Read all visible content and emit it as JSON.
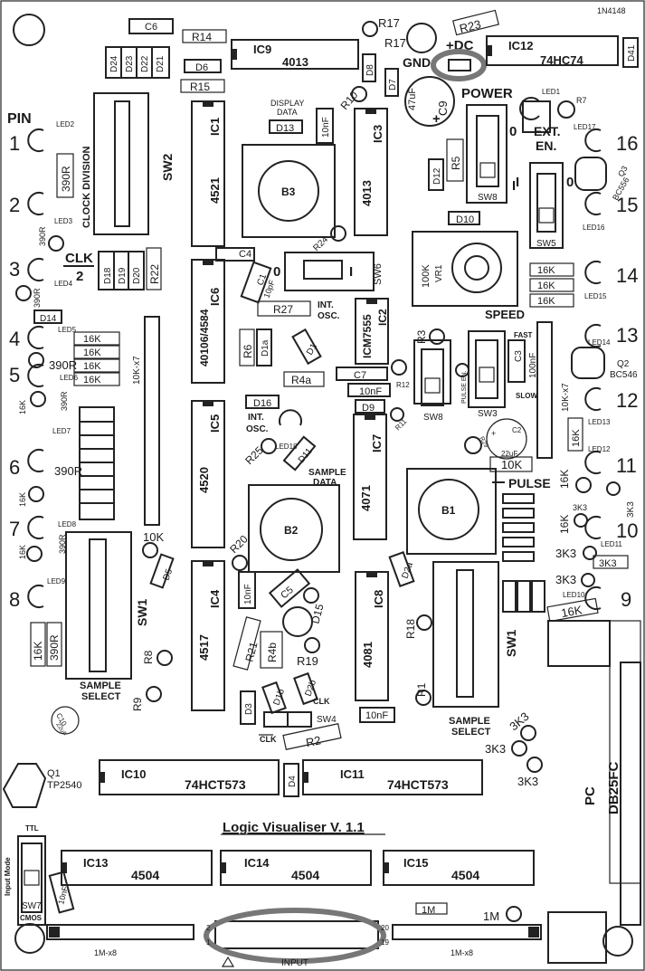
{
  "board": {
    "title": "Logic Visualiser V. 1.1",
    "power": "POWER",
    "plus_dc": "+DC",
    "gnd": "GND",
    "speed": "SPEED",
    "pulse": "PULSE",
    "pc": "PC",
    "db25": "DB25FC",
    "input": "INPUT",
    "pin_label": "PIN",
    "clk_label": "CLK",
    "clk_div": "2",
    "ext_en": "EXT.",
    "ext_en2": "EN.",
    "sample_select": "SAMPLE",
    "sample_select2": "SELECT",
    "clock_division": "CLOCK DIVISION",
    "display_data": "DISPLAY",
    "display_data2": "DATA",
    "sample_data": "SAMPLE",
    "sample_data2": "DATA",
    "int_osc": "INT.",
    "int_osc2": "OSC.",
    "fast": "FAST",
    "slow": "SLOW",
    "pulse_en": "PULSE EN.",
    "ttl": "TTL",
    "cmos": "CMOS",
    "input_mode": "Input Mode",
    "n1n4148": "1N4148"
  },
  "pins_left": [
    "1",
    "2",
    "3",
    "4",
    "5",
    "6",
    "7",
    "8"
  ],
  "pins_right": [
    "16",
    "15",
    "14",
    "13",
    "12",
    "11",
    "10",
    "9"
  ],
  "ics": {
    "ic1": "IC1",
    "ic1_part": "4521",
    "ic2": "IC2",
    "ic2_part": "ICM7555",
    "ic3": "IC3",
    "ic3_part": "4013",
    "ic4": "IC4",
    "ic4_part": "4517",
    "ic5": "IC5",
    "ic5_part": "4520",
    "ic6": "IC6",
    "ic6_part": "40106/4584",
    "ic7": "IC7",
    "ic7_part": "4071",
    "ic8": "IC8",
    "ic8_part": "4081",
    "ic9": "IC9",
    "ic9_part": "4013",
    "ic10": "IC10",
    "ic10_part": "74HCT573",
    "ic11": "IC11",
    "ic11_part": "74HCT573",
    "ic12": "IC12",
    "ic12_part": "74HC74",
    "ic13": "IC13",
    "ic13_part": "4504",
    "ic14": "IC14",
    "ic14_part": "4504",
    "ic15": "IC15",
    "ic15_part": "4504"
  },
  "switches": {
    "sw1": "SW1",
    "sw2": "SW2",
    "sw3": "SW3",
    "sw4": "SW4",
    "sw5": "SW5",
    "sw6": "SW6",
    "sw7": "SW7",
    "sw8": "SW8"
  },
  "transistors": {
    "q1": "Q1",
    "q1_part": "TP2540",
    "q2": "Q2",
    "q2_part": "BC546",
    "q3": "Q3",
    "q3_part": "BC556"
  },
  "buttons": {
    "b1": "B1",
    "b2": "B2",
    "b3": "B3"
  },
  "caps": {
    "c1": "C1",
    "c1_val": "10pF",
    "c2": "C2",
    "c2_val": "22uF",
    "c3": "C3",
    "c3_val": "100nF",
    "c4": "C4",
    "c5": "C5",
    "c6": "C6",
    "c7": "C7",
    "c9": "C9",
    "c9_val": "47uF",
    "c10": "C10",
    "c10_val": "22uF",
    "n10": "10nF"
  },
  "resistors": {
    "r1": "R1",
    "r2": "R2",
    "r3": "R3",
    "r4a": "R4a",
    "r4b": "R4b",
    "r5": "R5",
    "r6": "R6",
    "r7": "R7",
    "r8": "R8",
    "r9": "R9",
    "r10": "R10",
    "r11": "R11",
    "r12": "R12",
    "r14": "R14",
    "r15": "R15",
    "r17": "R17",
    "r18": "R18",
    "r19": "R19",
    "r20": "R20",
    "r21": "R21",
    "r22": "R22",
    "r23": "R23",
    "r24": "R24",
    "r25": "R25",
    "r27": "R27",
    "r29": "R29",
    "v16k": "16K",
    "v390r": "390R",
    "v10k": "10K",
    "v3k3": "3K3",
    "v1m": "1M",
    "v10kx7": "10K-x7",
    "v1mx8": "1M-x8",
    "v100k": "100K",
    "vr1": "VR1"
  },
  "diodes": {
    "d1": "D1",
    "d1a": "D1a",
    "d1b": "D1b",
    "d2a": "D2a",
    "d2b": "D2b",
    "d3": "D3",
    "d4": "D4",
    "d5": "D5",
    "d6": "D6",
    "d7": "D7",
    "d8": "D8",
    "d9": "D9",
    "d10": "D10",
    "d11": "D11",
    "d12": "D12",
    "d13": "D13",
    "d14": "D14",
    "d15": "D15",
    "d16": "D16",
    "d18": "D18",
    "d19": "D19",
    "d20": "D20",
    "d21": "D21",
    "d22": "D22",
    "d23": "D23",
    "d24": "D24",
    "d41": "D41"
  },
  "leds": {
    "led1": "LED1",
    "led2": "LED2",
    "led3": "LED3",
    "led4": "LED4",
    "led5": "LED5",
    "led6": "LED6",
    "led7": "LED7",
    "led8": "LED8",
    "led9": "LED9",
    "led10": "LED10",
    "led11": "LED11",
    "led12": "LED12",
    "led13": "LED13",
    "led14": "LED14",
    "led15": "LED15",
    "led16": "LED16",
    "led17": "LED17",
    "led18": "LED18"
  },
  "connector": {
    "pin2": "2",
    "pin1": "1",
    "pin20": "20",
    "pin19": "19"
  },
  "marks": {
    "zero": "0",
    "one": "I"
  }
}
